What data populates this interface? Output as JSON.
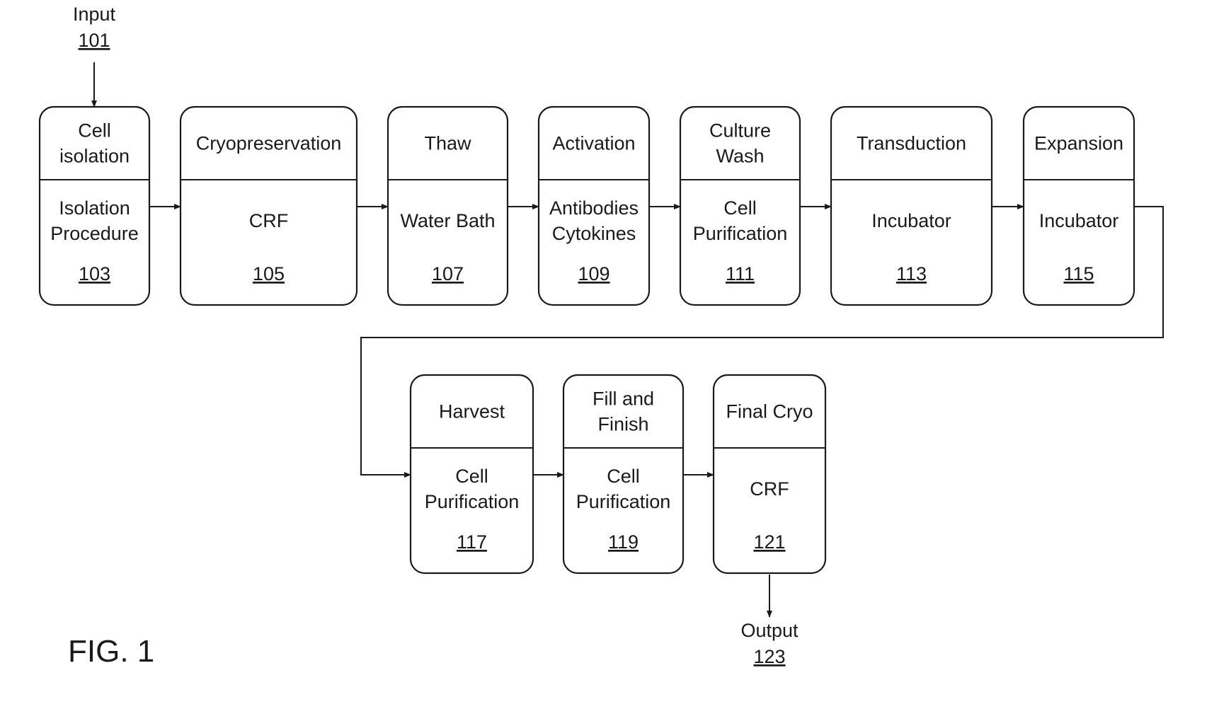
{
  "figure_label": "FIG. 1",
  "input": {
    "label": "Input",
    "ref": "101"
  },
  "output": {
    "label": "Output",
    "ref": "123"
  },
  "steps": [
    {
      "title": [
        "Cell",
        "isolation"
      ],
      "body": [
        "Isolation",
        "Procedure"
      ],
      "ref": "103"
    },
    {
      "title": [
        "Cryopreservation"
      ],
      "body": [
        "CRF"
      ],
      "ref": "105"
    },
    {
      "title": [
        "Thaw"
      ],
      "body": [
        "Water Bath"
      ],
      "ref": "107"
    },
    {
      "title": [
        "Activation"
      ],
      "body": [
        "Antibodies",
        "Cytokines"
      ],
      "ref": "109"
    },
    {
      "title": [
        "Culture",
        "Wash"
      ],
      "body": [
        "Cell",
        "Purification"
      ],
      "ref": "111"
    },
    {
      "title": [
        "Transduction"
      ],
      "body": [
        "Incubator"
      ],
      "ref": "113"
    },
    {
      "title": [
        "Expansion"
      ],
      "body": [
        "Incubator"
      ],
      "ref": "115"
    },
    {
      "title": [
        "Harvest"
      ],
      "body": [
        "Cell",
        "Purification"
      ],
      "ref": "117"
    },
    {
      "title": [
        "Fill and",
        "Finish"
      ],
      "body": [
        "Cell",
        "Purification"
      ],
      "ref": "119"
    },
    {
      "title": [
        "Final Cryo"
      ],
      "body": [
        "CRF"
      ],
      "ref": "121"
    }
  ]
}
